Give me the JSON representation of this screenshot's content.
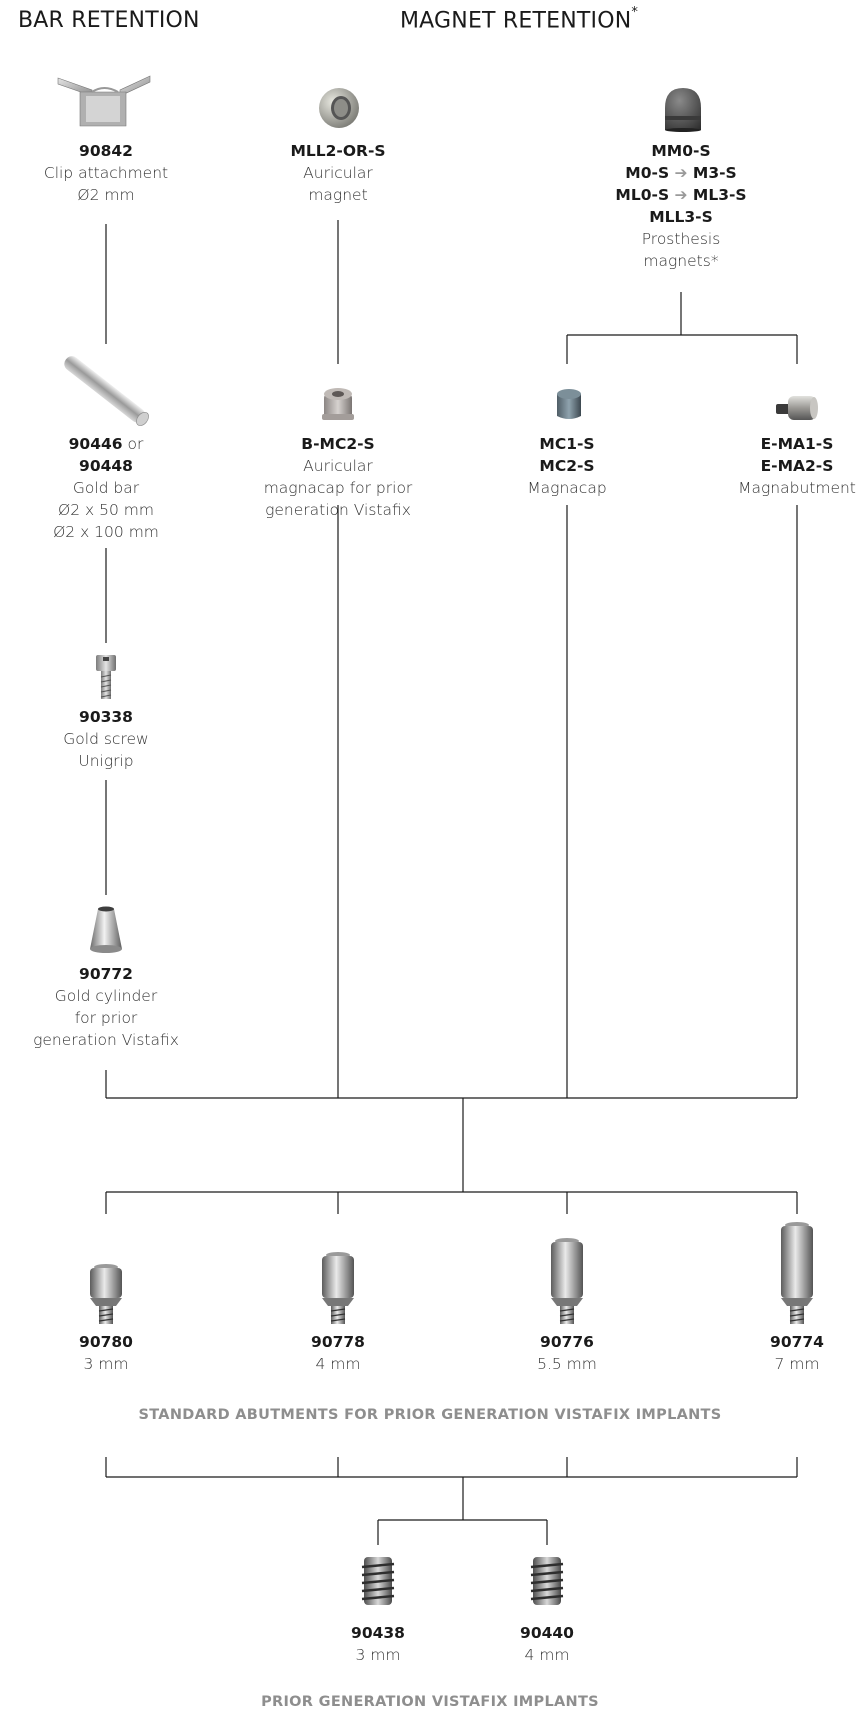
{
  "headings": {
    "bar": "BAR RETENTION",
    "magnet": "MAGNET RETENTION",
    "magnet_mark": "*"
  },
  "bar_column": {
    "clip": {
      "code": "90842",
      "line1": "Clip attachment",
      "line2": "Ø2 mm"
    },
    "bar": {
      "code1": "90446",
      "or": " or",
      "code2": "90448",
      "line1": "Gold bar",
      "line2": "Ø2 x 50 mm",
      "line3": "Ø2 x 100 mm"
    },
    "screw": {
      "code": "90338",
      "line1": "Gold screw",
      "line2": "Unigrip"
    },
    "cylinder": {
      "code": "90772",
      "line1": "Gold cylinder",
      "line2": "for prior",
      "line3": "generation Vistafix"
    }
  },
  "auricular_column": {
    "magnet": {
      "code": "MLL2-OR-S",
      "line1": "Auricular",
      "line2": "magnet"
    },
    "magnacap": {
      "code": "B-MC2-S",
      "line1": "Auricular",
      "line2": "magnacap for prior",
      "line3": "generation Vistafix"
    }
  },
  "prosthesis_group": {
    "magnets": {
      "code1": "MM0-S",
      "range1_from": "M0-S",
      "range1_to": "M3-S",
      "range2_from": "ML0-S",
      "range2_to": "ML3-S",
      "code4": "MLL3-S",
      "line1": "Prosthesis",
      "line2": "magnets*"
    },
    "magnacap": {
      "code1": "MC1-S",
      "code2": "MC2-S",
      "line1": "Magnacap"
    },
    "magnabutment": {
      "code1": "E-MA1-S",
      "code2": "E-MA2-S",
      "line1": "Magnabutment"
    }
  },
  "abutments": [
    {
      "code": "90780",
      "size": "3 mm"
    },
    {
      "code": "90778",
      "size": "4 mm"
    },
    {
      "code": "90776",
      "size": "5.5 mm"
    },
    {
      "code": "90774",
      "size": "7 mm"
    }
  ],
  "abutments_label": "STANDARD ABUTMENTS FOR PRIOR GENERATION VISTAFIX IMPLANTS",
  "implants": [
    {
      "code": "90438",
      "size": "3 mm"
    },
    {
      "code": "90440",
      "size": "4 mm"
    }
  ],
  "implants_label": "PRIOR GENERATION VISTAFIX IMPLANTS",
  "colors": {
    "line": "#1a1a1a",
    "section_label": "#8e8e8e",
    "arrow": "#9a9a9a",
    "metal": "#b8b8b8",
    "dark_metal": "#4a4a4a",
    "gold": "#c9c9c9"
  },
  "icons": [
    "clip-icon",
    "auricular-magnet-icon",
    "prosthesis-magnet-icon",
    "gold-bar-icon",
    "auricular-magnacap-icon",
    "magnacap-icon",
    "magnabutment-icon",
    "gold-screw-icon",
    "gold-cylinder-icon",
    "abutment-icon",
    "implant-icon"
  ]
}
